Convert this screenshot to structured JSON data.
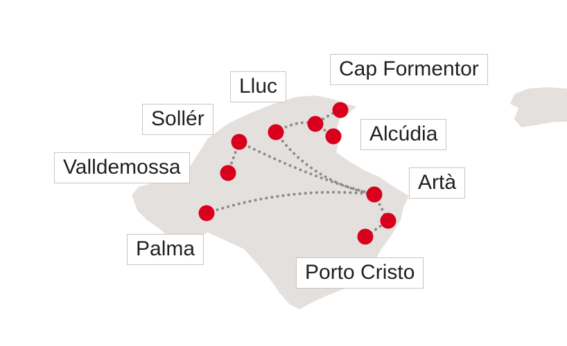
{
  "map": {
    "land_color": "#e4e0de",
    "route_color": "#8f8a87",
    "marker_color": "#d8001d",
    "label_border_color": "#c9c4c0",
    "places": [
      {
        "key": "cap-formentor",
        "name": "Cap Formentor"
      },
      {
        "key": "lluc",
        "name": "Lluc"
      },
      {
        "key": "soller",
        "name": "Sollér"
      },
      {
        "key": "alcudia",
        "name": "Alcúdia"
      },
      {
        "key": "valldemossa",
        "name": "Valldemossa"
      },
      {
        "key": "arta",
        "name": "Artà"
      },
      {
        "key": "palma",
        "name": "Palma"
      },
      {
        "key": "porto-cristo",
        "name": "Porto Cristo"
      }
    ]
  }
}
